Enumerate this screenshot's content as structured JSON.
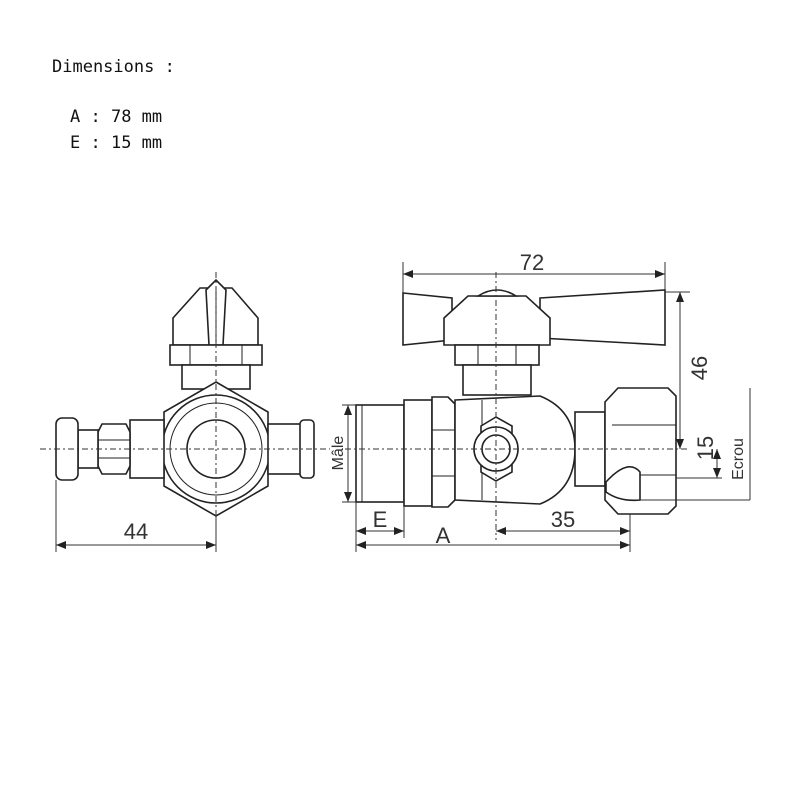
{
  "specs": {
    "heading": "Dimensions :",
    "lines": [
      {
        "label": "A",
        "value": "78 mm"
      },
      {
        "label": "E",
        "value": "15 mm"
      }
    ]
  },
  "diagram": {
    "front_width_label": "44",
    "top_width_label": "72",
    "height_label": "46",
    "offset_label": "15",
    "nut_label": "Ecrou",
    "male_label": "Mâle",
    "e_label": "E",
    "a_label": "A",
    "center_label": "35"
  }
}
